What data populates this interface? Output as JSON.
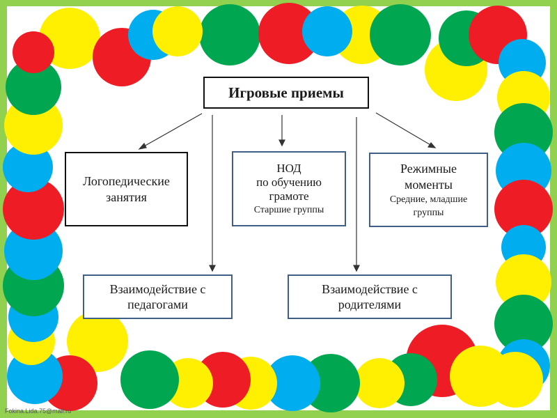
{
  "title": "Игровые приемы",
  "boxes": {
    "logo": {
      "line1": "Логопедические",
      "line2": "занятия"
    },
    "nod": {
      "line1": "НОД",
      "line2": "по обучению",
      "line3": "грамоте",
      "sub": "Старшие группы"
    },
    "regime": {
      "line1": "Режимные",
      "line2": "моменты",
      "sub1": "Средние, младшие",
      "sub2": "группы"
    },
    "teachers": {
      "line1": "Взаимодействие с",
      "line2": "педагогами"
    },
    "parents": {
      "line1": "Взаимодействие с",
      "line2": "родителями"
    }
  },
  "footer": "Fokina.Lida.75@mail.ru",
  "colors": {
    "frame": "#92d050",
    "red": "#ee1c25",
    "green": "#00a650",
    "yellow": "#ffef00",
    "blue": "#00aeef"
  }
}
